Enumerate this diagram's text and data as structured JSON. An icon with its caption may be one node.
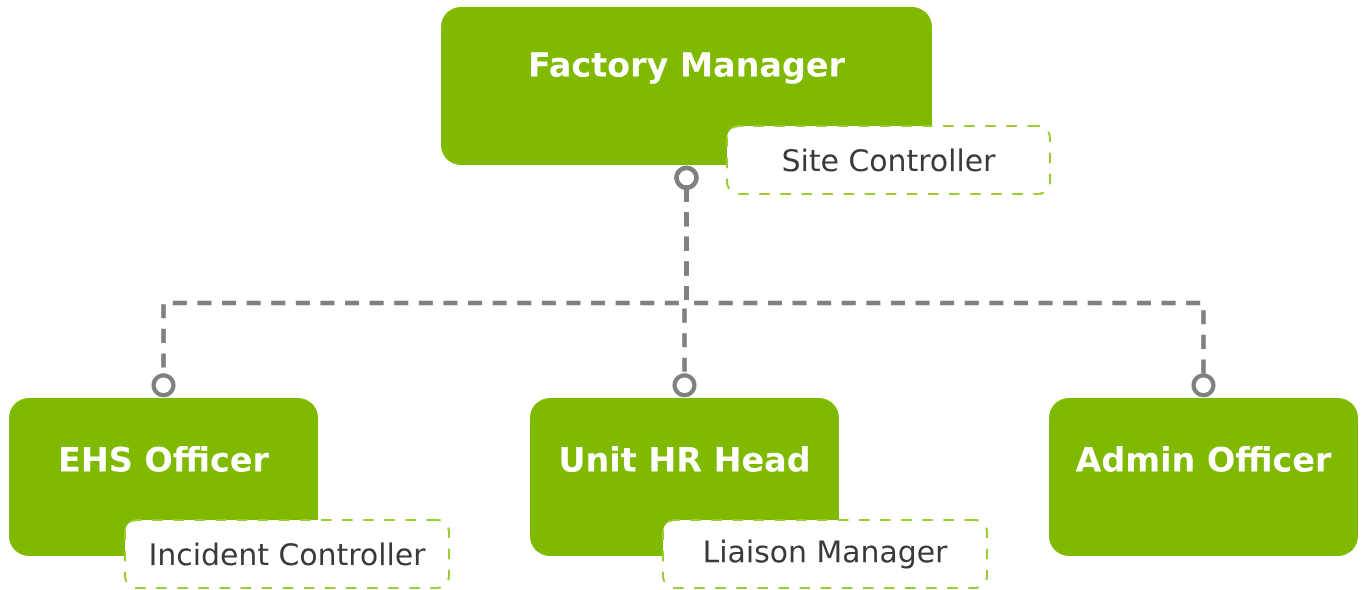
{
  "diagram": {
    "nodes": [
      {
        "text": [
          "Factory Manager"
        ]
      },
      {
        "text": [
          "Site Controller"
        ]
      },
      {
        "text": [
          "EHS Officer"
        ]
      },
      {
        "text": [
          "Incident Controller"
        ]
      },
      {
        "text": [
          "Unit HR Head"
        ]
      },
      {
        "text": [
          "Liaison Manager"
        ]
      },
      {
        "text": [
          "Admin Officer"
        ]
      }
    ],
    "edges": [
      {
        "from": 0,
        "to": 2,
        "arrow": "other",
        "style": "dashed"
      },
      {
        "from": 0,
        "to": 4,
        "arrow": "other",
        "style": "dashed"
      },
      {
        "from": 0,
        "to": 6,
        "arrow": "other",
        "style": "dashed"
      }
    ]
  }
}
